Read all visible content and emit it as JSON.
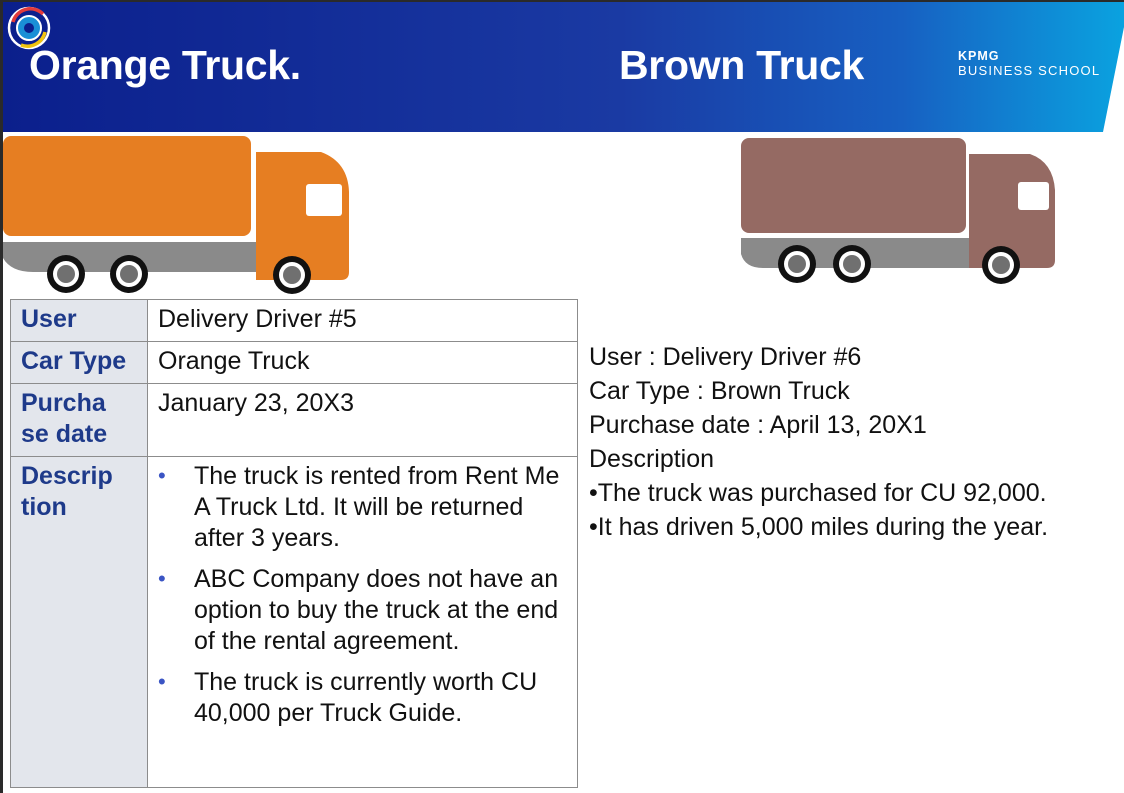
{
  "header": {
    "title_left": "Orange Truck.",
    "title_right": "Brown Truck",
    "logo_line1": "KPMG",
    "logo_line2": "BUSINESS SCHOOL",
    "colors": {
      "dark_blue": "#0b1f8c",
      "mid_blue": "#1d3fa6",
      "light_blue": "#0aa3e0"
    }
  },
  "orange_truck": {
    "color": "#e67e22",
    "table": {
      "user_label": "User",
      "user_value": "Delivery Driver #5",
      "car_type_label": "Car Type",
      "car_type_value": "Orange Truck",
      "purchase_label": "Purcha se date",
      "purchase_value": "January 23, 20X3",
      "description_label": "Descrip tion",
      "description_items": [
        "The truck is rented from Rent Me A Truck Ltd. It will be returned after 3 years.",
        "ABC Company does not have an option to buy the truck at the end of the rental agreement.",
        "The truck is currently worth CU 40,000 per Truck Guide."
      ],
      "bullet": "•"
    }
  },
  "brown_truck": {
    "color": "#956a63",
    "lines": [
      "User : Delivery Driver #6",
      "Car Type : Brown Truck",
      "Purchase date : April 13, 20X1",
      "Description",
      "•The truck was purchased for CU 92,000.",
      "•It has driven 5,000 miles during the year."
    ]
  }
}
